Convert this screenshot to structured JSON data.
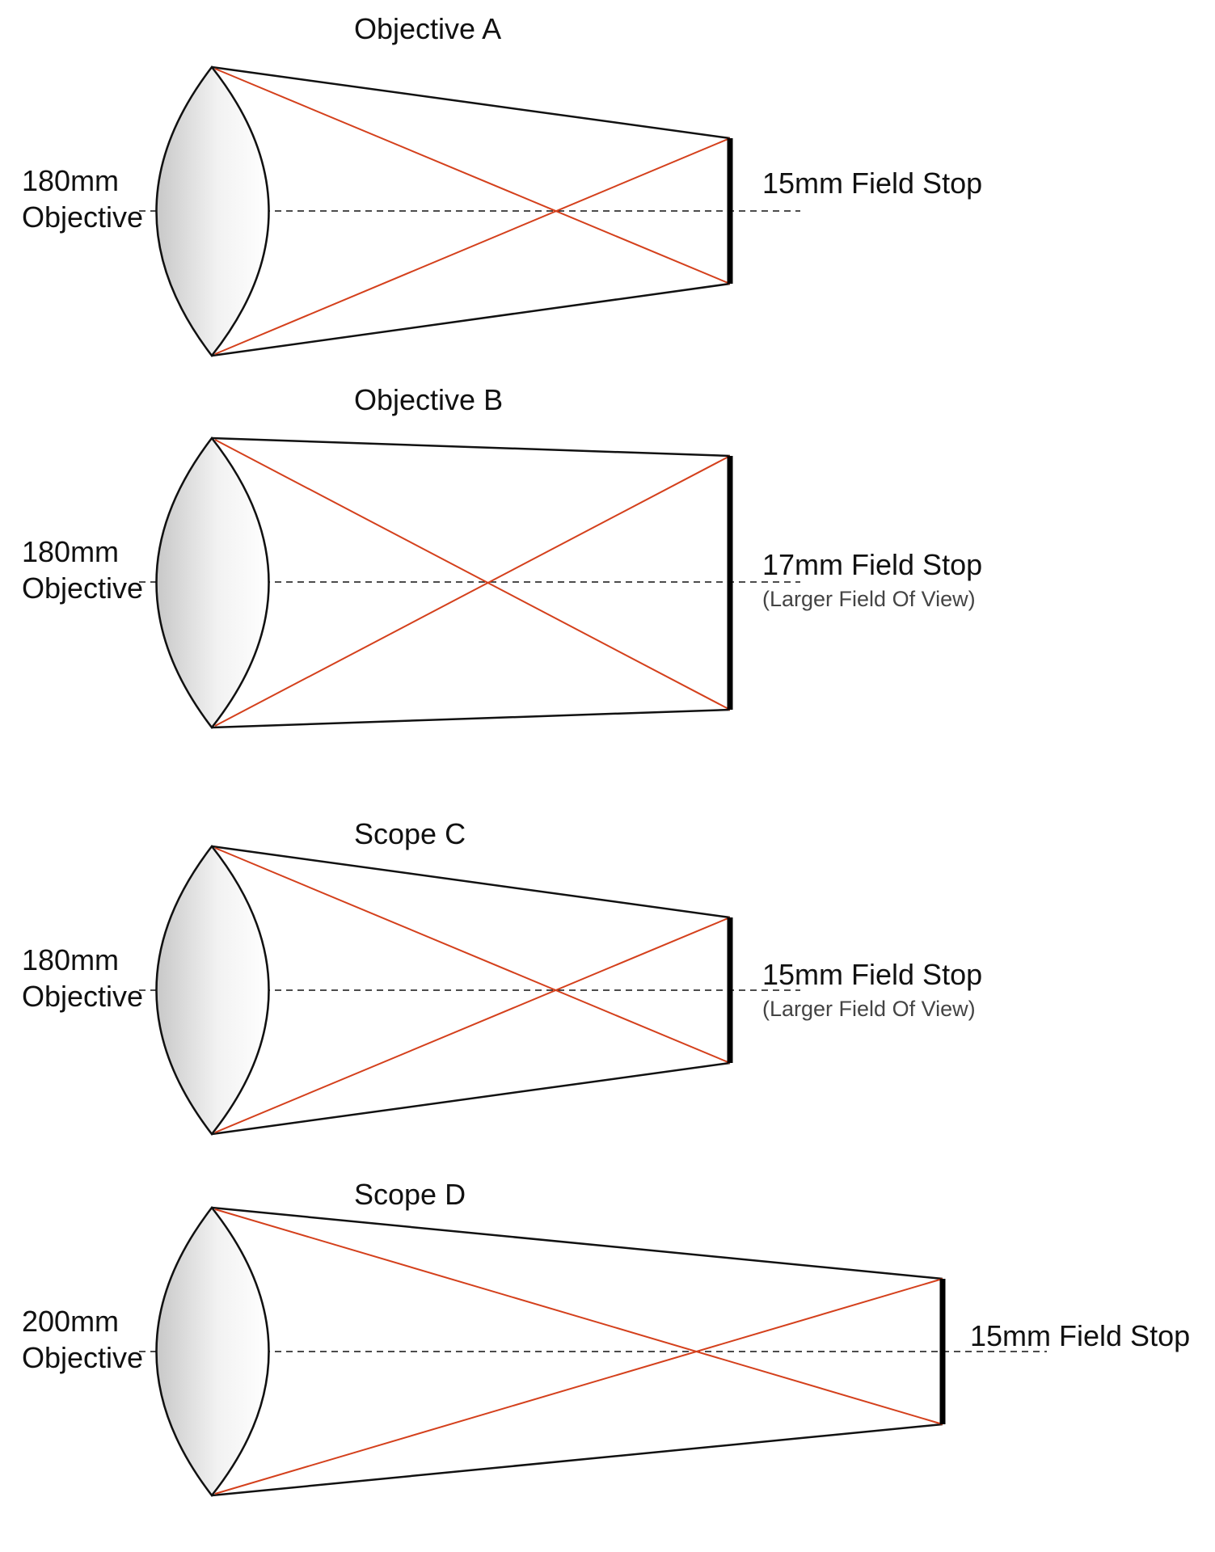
{
  "colors": {
    "ray": "#d4401c",
    "outline": "#111111",
    "lens_light": "#ffffff",
    "lens_dark": "#c8c8c8"
  },
  "panels": [
    {
      "title": "Objective A",
      "objective_line1": "180mm",
      "objective_line2": "Objective",
      "field_stop": "15mm Field Stop",
      "field_stop_note": ""
    },
    {
      "title": "Objective B",
      "objective_line1": "180mm",
      "objective_line2": "Objective",
      "field_stop": "17mm Field Stop",
      "field_stop_note": "(Larger Field Of View)"
    },
    {
      "title": "Scope C",
      "objective_line1": "180mm",
      "objective_line2": "Objective",
      "field_stop": "15mm Field Stop",
      "field_stop_note": "(Larger Field Of View)"
    },
    {
      "title": "Scope D",
      "objective_line1": "200mm",
      "objective_line2": "Objective",
      "field_stop": "15mm Field Stop",
      "field_stop_note": ""
    }
  ]
}
